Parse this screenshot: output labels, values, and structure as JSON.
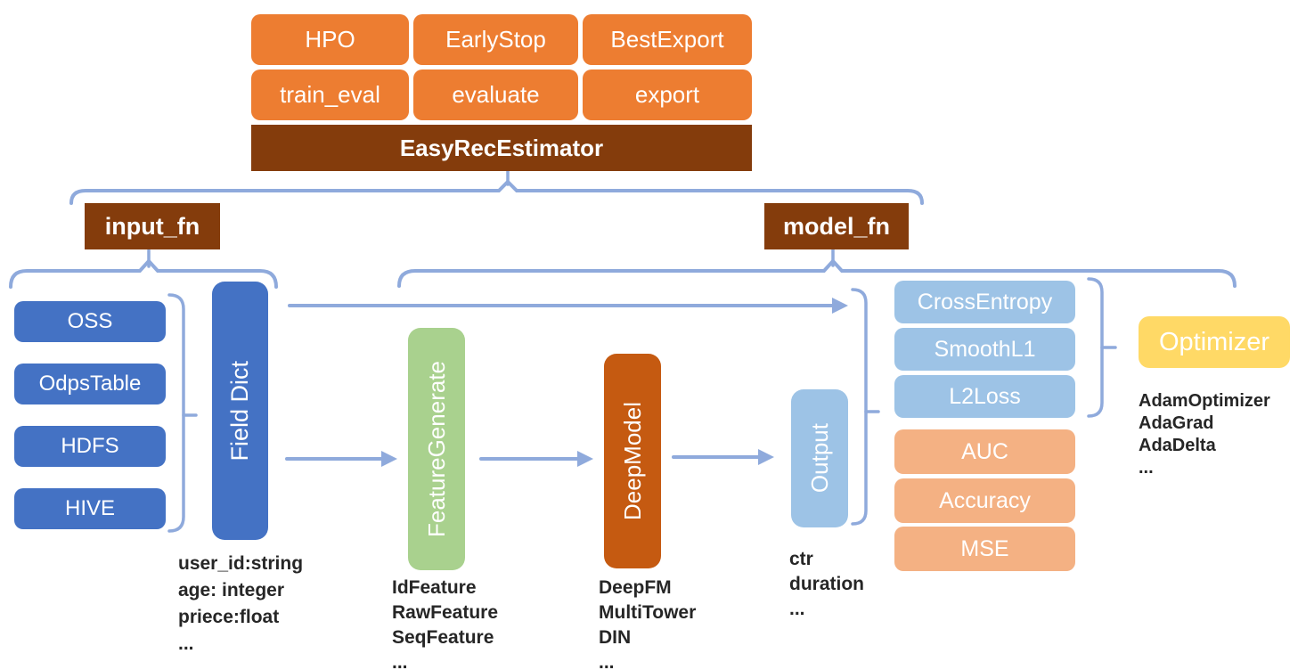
{
  "title_block": {
    "row1": [
      "HPO",
      "EarlyStop",
      "BestExport"
    ],
    "row2": [
      "train_eval",
      "evaluate",
      "export"
    ],
    "estimator": "EasyRecEstimator"
  },
  "input_fn": {
    "label": "input_fn"
  },
  "model_fn": {
    "label": "model_fn"
  },
  "data_sources": [
    "OSS",
    "OdpsTable",
    "HDFS",
    "HIVE"
  ],
  "field_dict": {
    "label": "Field Dict",
    "fields": [
      "user_id:string",
      "age: integer",
      "priece:float",
      "..."
    ]
  },
  "feature_generate": {
    "label": "FeatureGenerate",
    "features": [
      "IdFeature",
      "RawFeature",
      "SeqFeature",
      "..."
    ]
  },
  "deep_model": {
    "label": "DeepModel",
    "models": [
      "DeepFM",
      "MultiTower",
      "DIN",
      "..."
    ]
  },
  "output": {
    "label": "Output",
    "outputs": [
      "ctr",
      "duration",
      "..."
    ]
  },
  "losses": [
    "CrossEntropy",
    "SmoothL1",
    "L2Loss"
  ],
  "metrics": [
    "AUC",
    "Accuracy",
    "MSE"
  ],
  "optimizer": {
    "label": "Optimizer",
    "optimizers": [
      "AdamOptimizer",
      "AdaGrad",
      "AdaDelta",
      "..."
    ]
  },
  "colors": {
    "orange": "#ED7D31",
    "dark-brown": "#843C0C",
    "blue": "#4472C4",
    "light-blue": "#9DC3E6",
    "light-orange": "#F4B183",
    "green": "#A9D18E",
    "dark-orange": "#C55A11",
    "yellow": "#FFD966",
    "connector": "#8FAADC",
    "text-dark": "#262626"
  }
}
